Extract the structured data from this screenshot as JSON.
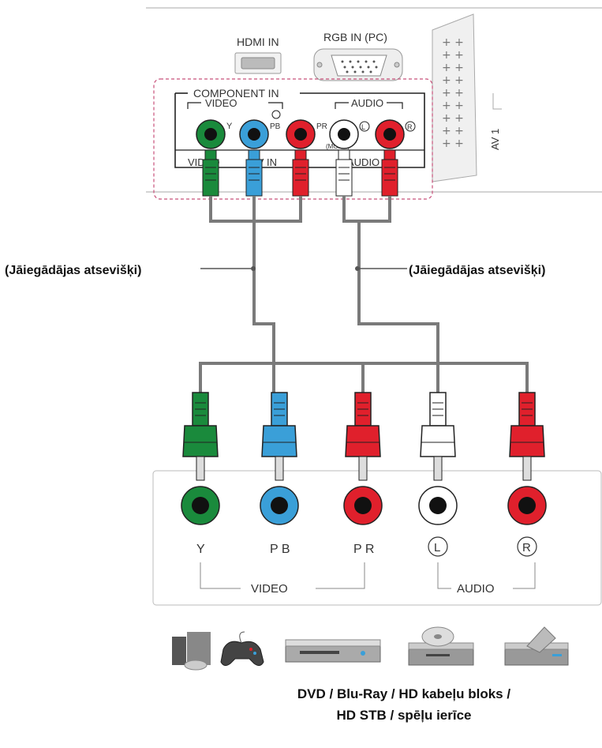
{
  "tv_panel": {
    "hdmi_label": "HDMI IN",
    "rgb_label": "RGB IN (PC)",
    "component_label": "COMPONENT IN",
    "video_label": "VIDEO",
    "audio_label": "AUDIO",
    "jack_y": "Y",
    "jack_pb": "PB",
    "jack_pr": "PR",
    "jack_l": "L",
    "jack_r": "R",
    "av_in_bottom_left": "VIDEO",
    "av_in_bottom_mid": "AV IN",
    "av_in_bottom_right": "AUDIO",
    "mono_label": "(MONO)",
    "av1_label": "AV 1"
  },
  "cable_labels": {
    "left": "(Jāiegādājas atsevišķi)",
    "right": "(Jāiegādājas atsevišķi)"
  },
  "device_panel": {
    "y": "Y",
    "pb": "P B",
    "pr": "P R",
    "l": "L",
    "r": "R",
    "video": "VIDEO",
    "audio": "AUDIO"
  },
  "caption": {
    "line1": "DVD / Blu-Ray / HD kabeļu bloks /",
    "line2": "HD STB / spēļu ierīce"
  },
  "colors": {
    "green": "#1a8a3c",
    "blue": "#3a9fd8",
    "red": "#e0202c",
    "white": "#ffffff",
    "cable": "#7a7a7a",
    "dashed_border": "#c8507a"
  }
}
